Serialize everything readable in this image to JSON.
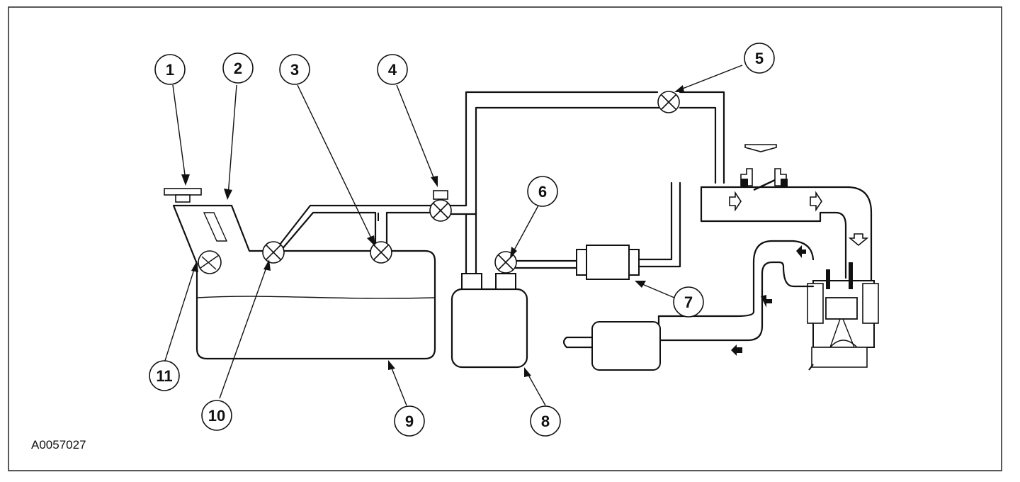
{
  "figure_id": "A0057027",
  "callouts": [
    {
      "number": "1"
    },
    {
      "number": "2"
    },
    {
      "number": "3"
    },
    {
      "number": "4"
    },
    {
      "number": "5"
    },
    {
      "number": "6"
    },
    {
      "number": "7"
    },
    {
      "number": "8"
    },
    {
      "number": "9"
    },
    {
      "number": "10"
    },
    {
      "number": "11"
    }
  ],
  "colors": {
    "line": "#111111",
    "background": "#ffffff"
  }
}
